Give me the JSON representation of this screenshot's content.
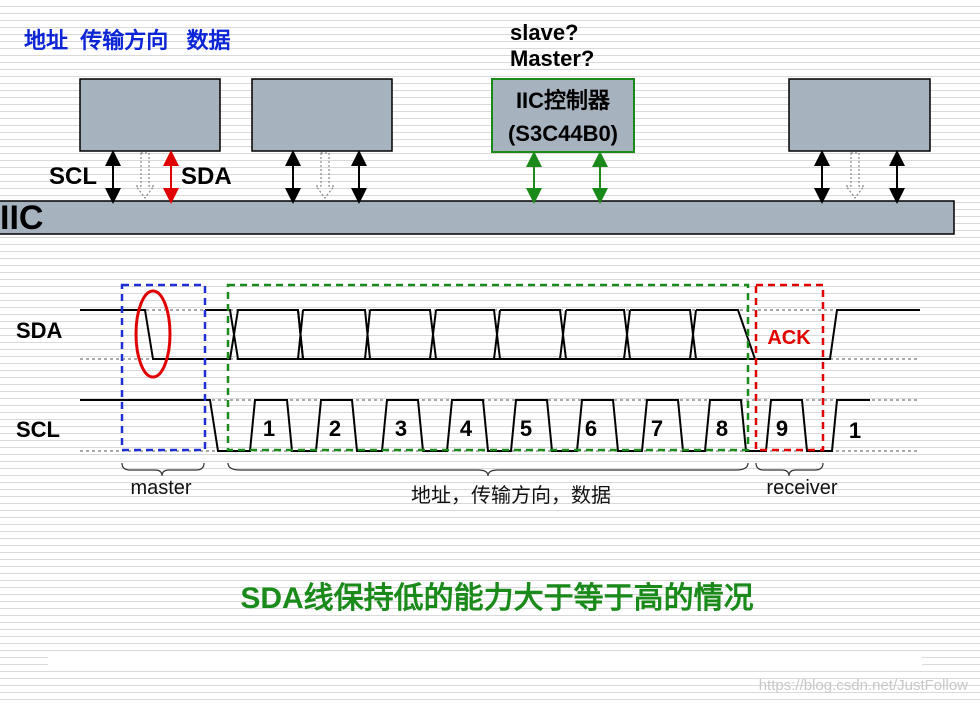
{
  "header": {
    "top_left": "地址  传输方向   数据",
    "top_mid_line1": "slave?",
    "top_mid_line2": "Master?"
  },
  "blocks": {
    "controller_line1": "IIC控制器",
    "controller_line2": "(S3C44B0)"
  },
  "bus": {
    "label": "IIC",
    "scl_label": "SCL",
    "sda_label": "SDA"
  },
  "timing": {
    "sda_label": "SDA",
    "scl_label": "SCL",
    "ack_label": "ACK",
    "clock_numbers": [
      "1",
      "2",
      "3",
      "4",
      "5",
      "6",
      "7",
      "8",
      "9",
      "1"
    ],
    "brace_master": "master",
    "brace_data": "地址，传输方向，数据",
    "brace_receiver": "receiver"
  },
  "caption": "SDA线保持低的能力大于等于高的情况",
  "watermark": "https://blog.csdn.net/JustFollow",
  "colors": {
    "blue_text": "#0b24d6",
    "green": "#1a8a1a",
    "red": "#e00000",
    "blue_box": "#1f2fd6",
    "block_fill": "#a6b2bd"
  }
}
